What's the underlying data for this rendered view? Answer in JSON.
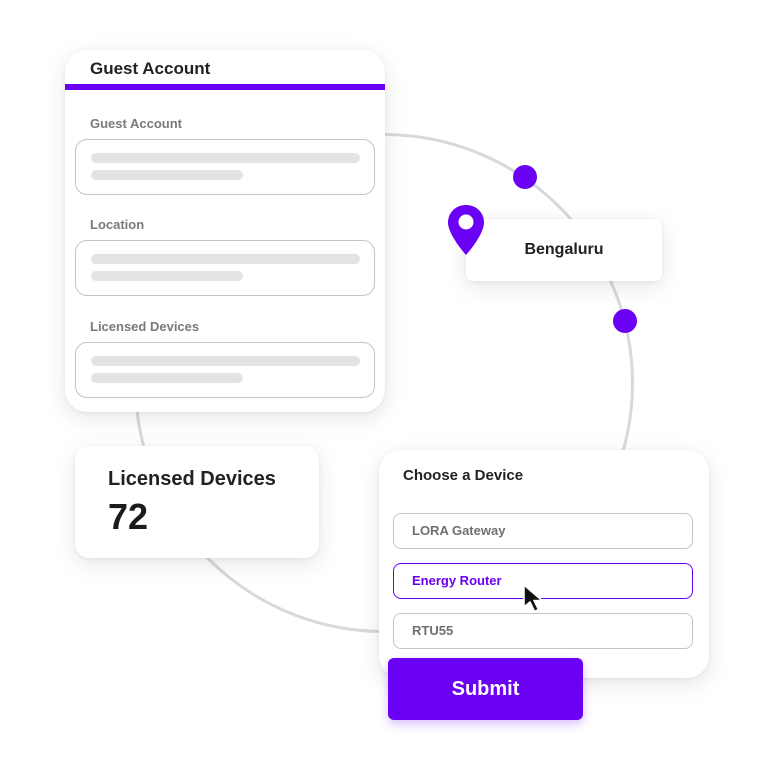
{
  "colors": {
    "accent": "#6a00f4",
    "ring": "#d9d9d9",
    "border": "#c4c4c4",
    "skeleton": "#e3e3e3"
  },
  "guest_form": {
    "title": "Guest Account",
    "fields": [
      {
        "label": "Guest Account"
      },
      {
        "label": "Location"
      },
      {
        "label": "Licensed Devices"
      }
    ]
  },
  "location": {
    "icon": "location-pin-icon",
    "city": "Bengaluru"
  },
  "licensed_devices": {
    "label": "Licensed Devices",
    "count": "72"
  },
  "device_chooser": {
    "title": "Choose a Device",
    "options": [
      {
        "label": "LORA Gateway",
        "selected": false
      },
      {
        "label": "Energy Router",
        "selected": true
      },
      {
        "label": "RTU55",
        "selected": false
      }
    ],
    "submit_label": "Submit"
  },
  "pointer": {
    "icon": "mouse-cursor-icon"
  }
}
